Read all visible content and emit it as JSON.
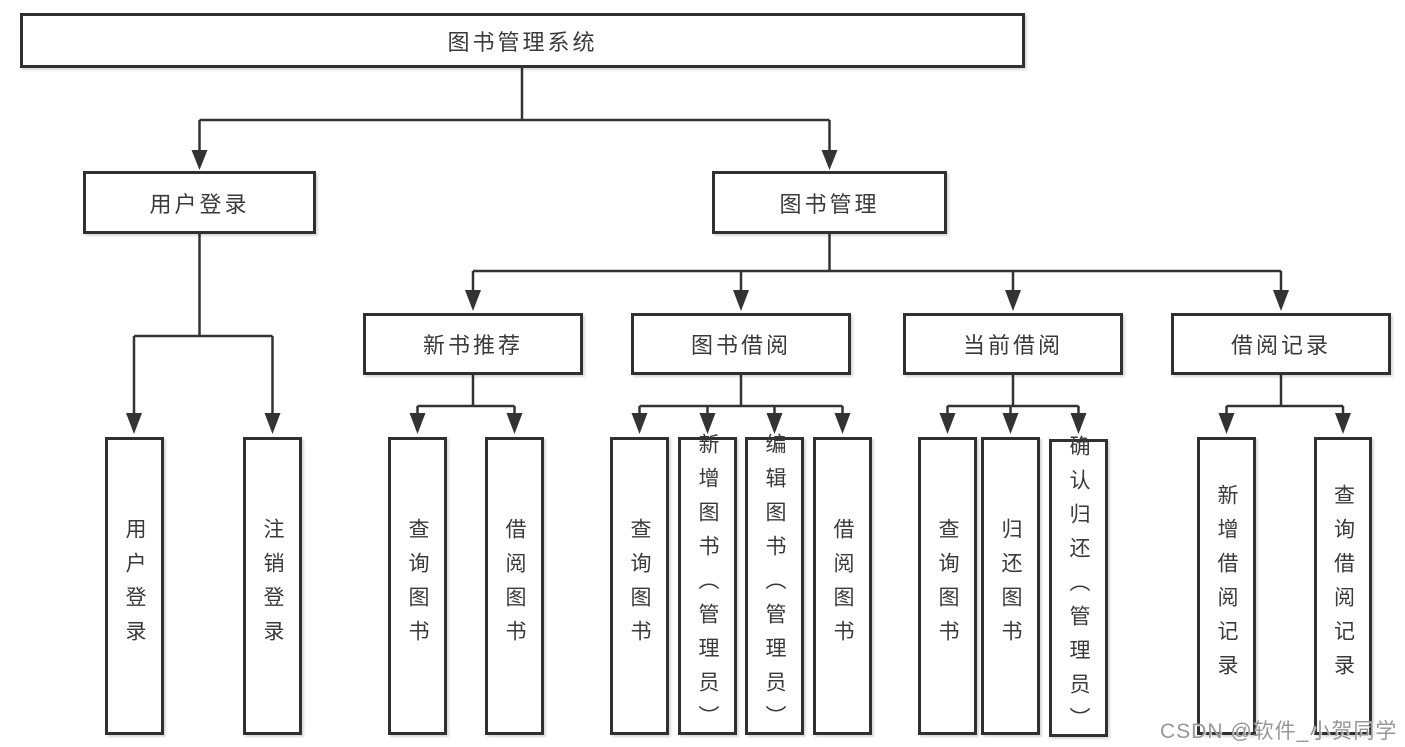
{
  "diagram": {
    "root": {
      "label": "图书管理系统"
    },
    "branches": [
      {
        "label": "用户登录",
        "children": [
          {
            "label": "用户登录"
          },
          {
            "label": "注销登录"
          }
        ]
      },
      {
        "label": "图书管理",
        "children": [
          {
            "label": "新书推荐",
            "children": [
              {
                "label": "查询图书"
              },
              {
                "label": "借阅图书"
              }
            ]
          },
          {
            "label": "图书借阅",
            "children": [
              {
                "label": "查询图书"
              },
              {
                "label": "新增图书（管理员）"
              },
              {
                "label": "编辑图书（管理员）"
              },
              {
                "label": "借阅图书"
              }
            ]
          },
          {
            "label": "当前借阅",
            "children": [
              {
                "label": "查询图书"
              },
              {
                "label": "归还图书"
              },
              {
                "label": "确认归还（管理员）"
              }
            ]
          },
          {
            "label": "借阅记录",
            "children": [
              {
                "label": "新增借阅记录"
              },
              {
                "label": "查询借阅记录"
              }
            ]
          }
        ]
      }
    ]
  },
  "watermark": {
    "text": "CSDN @软件_小贺同学"
  },
  "colors": {
    "line": "#333333",
    "border": "#303030",
    "text": "#3a3a3a",
    "watermark": "#94979c",
    "background": "#ffffff"
  }
}
